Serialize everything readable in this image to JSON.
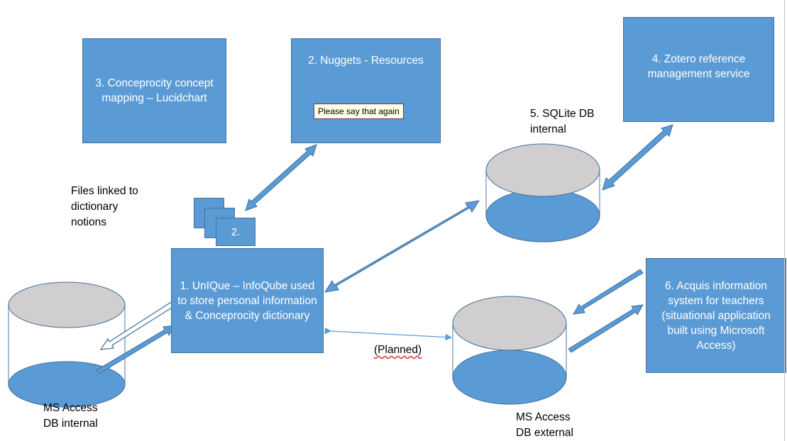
{
  "nodes": {
    "lucidchart": "3. Conceprocity concept mapping – Lucidchart",
    "nuggets": "2. Nuggets - Resources",
    "zotero": "4. Zotero  reference management service",
    "uniqe": "1. UnIQue – InfoQube used to store personal information & Conceprocity dictionary",
    "acquis": "6. Acquis information system for teachers (situational application built using Microsoft Access)",
    "small_square": "2."
  },
  "labels": {
    "sqlite_line1": "5. SQLite DB",
    "sqlite_line2": "internal",
    "files_line1": "Files linked to",
    "files_line2": "dictionary",
    "files_line3": "notions",
    "ms_internal_line1": "MS Access",
    "ms_internal_line2": "DB internal",
    "ms_external_line1": "MS Access",
    "ms_external_line2": "DB external",
    "planned": "(Planned)"
  },
  "tooltip": "Please say that again",
  "colors": {
    "box_fill": "#5b9bd5",
    "box_border": "#41719c",
    "cylinder_top": "#d0cece",
    "cylinder_bottom": "#5b9bd5",
    "tooltip_bg": "#ffffe1",
    "tooltip_border": "#7b2f85"
  }
}
